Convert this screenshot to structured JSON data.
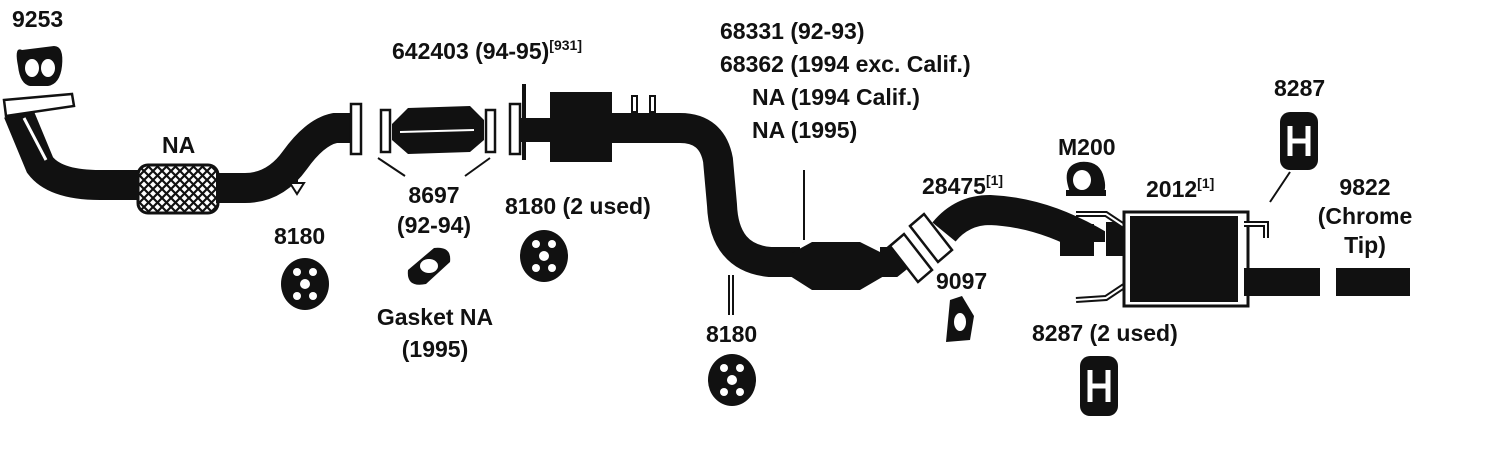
{
  "diagram": {
    "labels": {
      "p9253": "9253",
      "na_flex": "NA",
      "p642403": "642403 (94-95)",
      "p642403_note": "[931]",
      "p68331": "68331 (92-93)",
      "p68362": "68362 (1994 exc. Calif.)",
      "na_1994_calif": "NA (1994 Calif.)",
      "na_1995": "NA (1995)",
      "m200": "M200",
      "p8287_top": "8287",
      "p8180_left": "8180",
      "p8697": "8697",
      "p8697_years": "(92-94)",
      "gasket_na": "Gasket NA",
      "gasket_year": "(1995)",
      "p8180_2used": "8180 (2 used)",
      "p28475": "28475",
      "p28475_note": "[1]",
      "p2012": "2012",
      "p2012_note": "[1]",
      "p9822": "9822",
      "chrome": "(Chrome",
      "tip": "Tip)",
      "p9097": "9097",
      "p8180_bottom": "8180",
      "p8287_2used": "8287 (2 used)"
    }
  }
}
